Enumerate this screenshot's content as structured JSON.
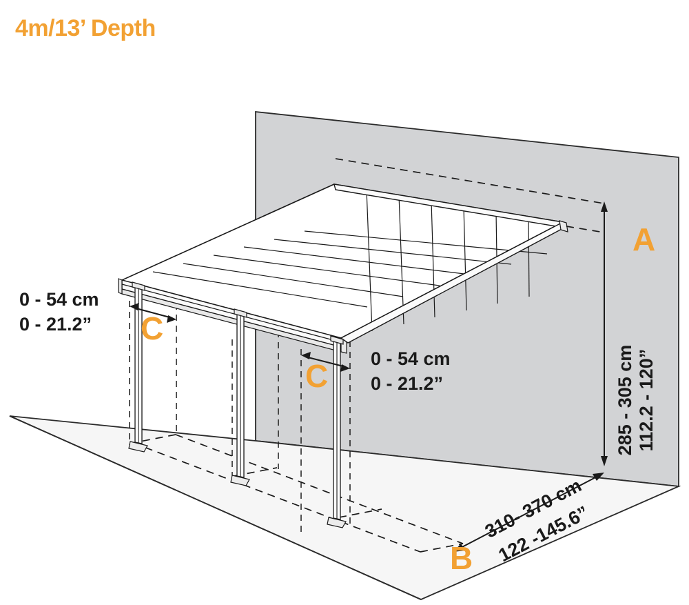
{
  "title": "4m/13’ Depth",
  "accent_color": "#f2a133",
  "ink_color": "#1a1a1a",
  "wall_color": "#d2d3d5",
  "ground_color": "#f6f6f6",
  "dimensions": {
    "a": {
      "letter": "A",
      "label": "height",
      "metric": "285 - 305 cm",
      "imperial": "112.2 - 120”"
    },
    "b": {
      "letter": "B",
      "label": "depth",
      "metric": "310- 370 cm",
      "imperial": "122 -145.6”"
    },
    "c_left": {
      "letter": "C",
      "label": "post-offset-left",
      "metric": "0 - 54 cm",
      "imperial": "0 - 21.2”"
    },
    "c_right": {
      "letter": "C",
      "label": "post-offset-right",
      "metric": "0 - 54 cm",
      "imperial": "0 - 21.2”"
    }
  },
  "structure": {
    "wall_label": "house-wall",
    "ground_label": "ground-plane",
    "roof_label": "canopy-roof",
    "roof_panel_count": 7,
    "post_count": 3,
    "front_beam_label": "front-gutter-beam"
  }
}
